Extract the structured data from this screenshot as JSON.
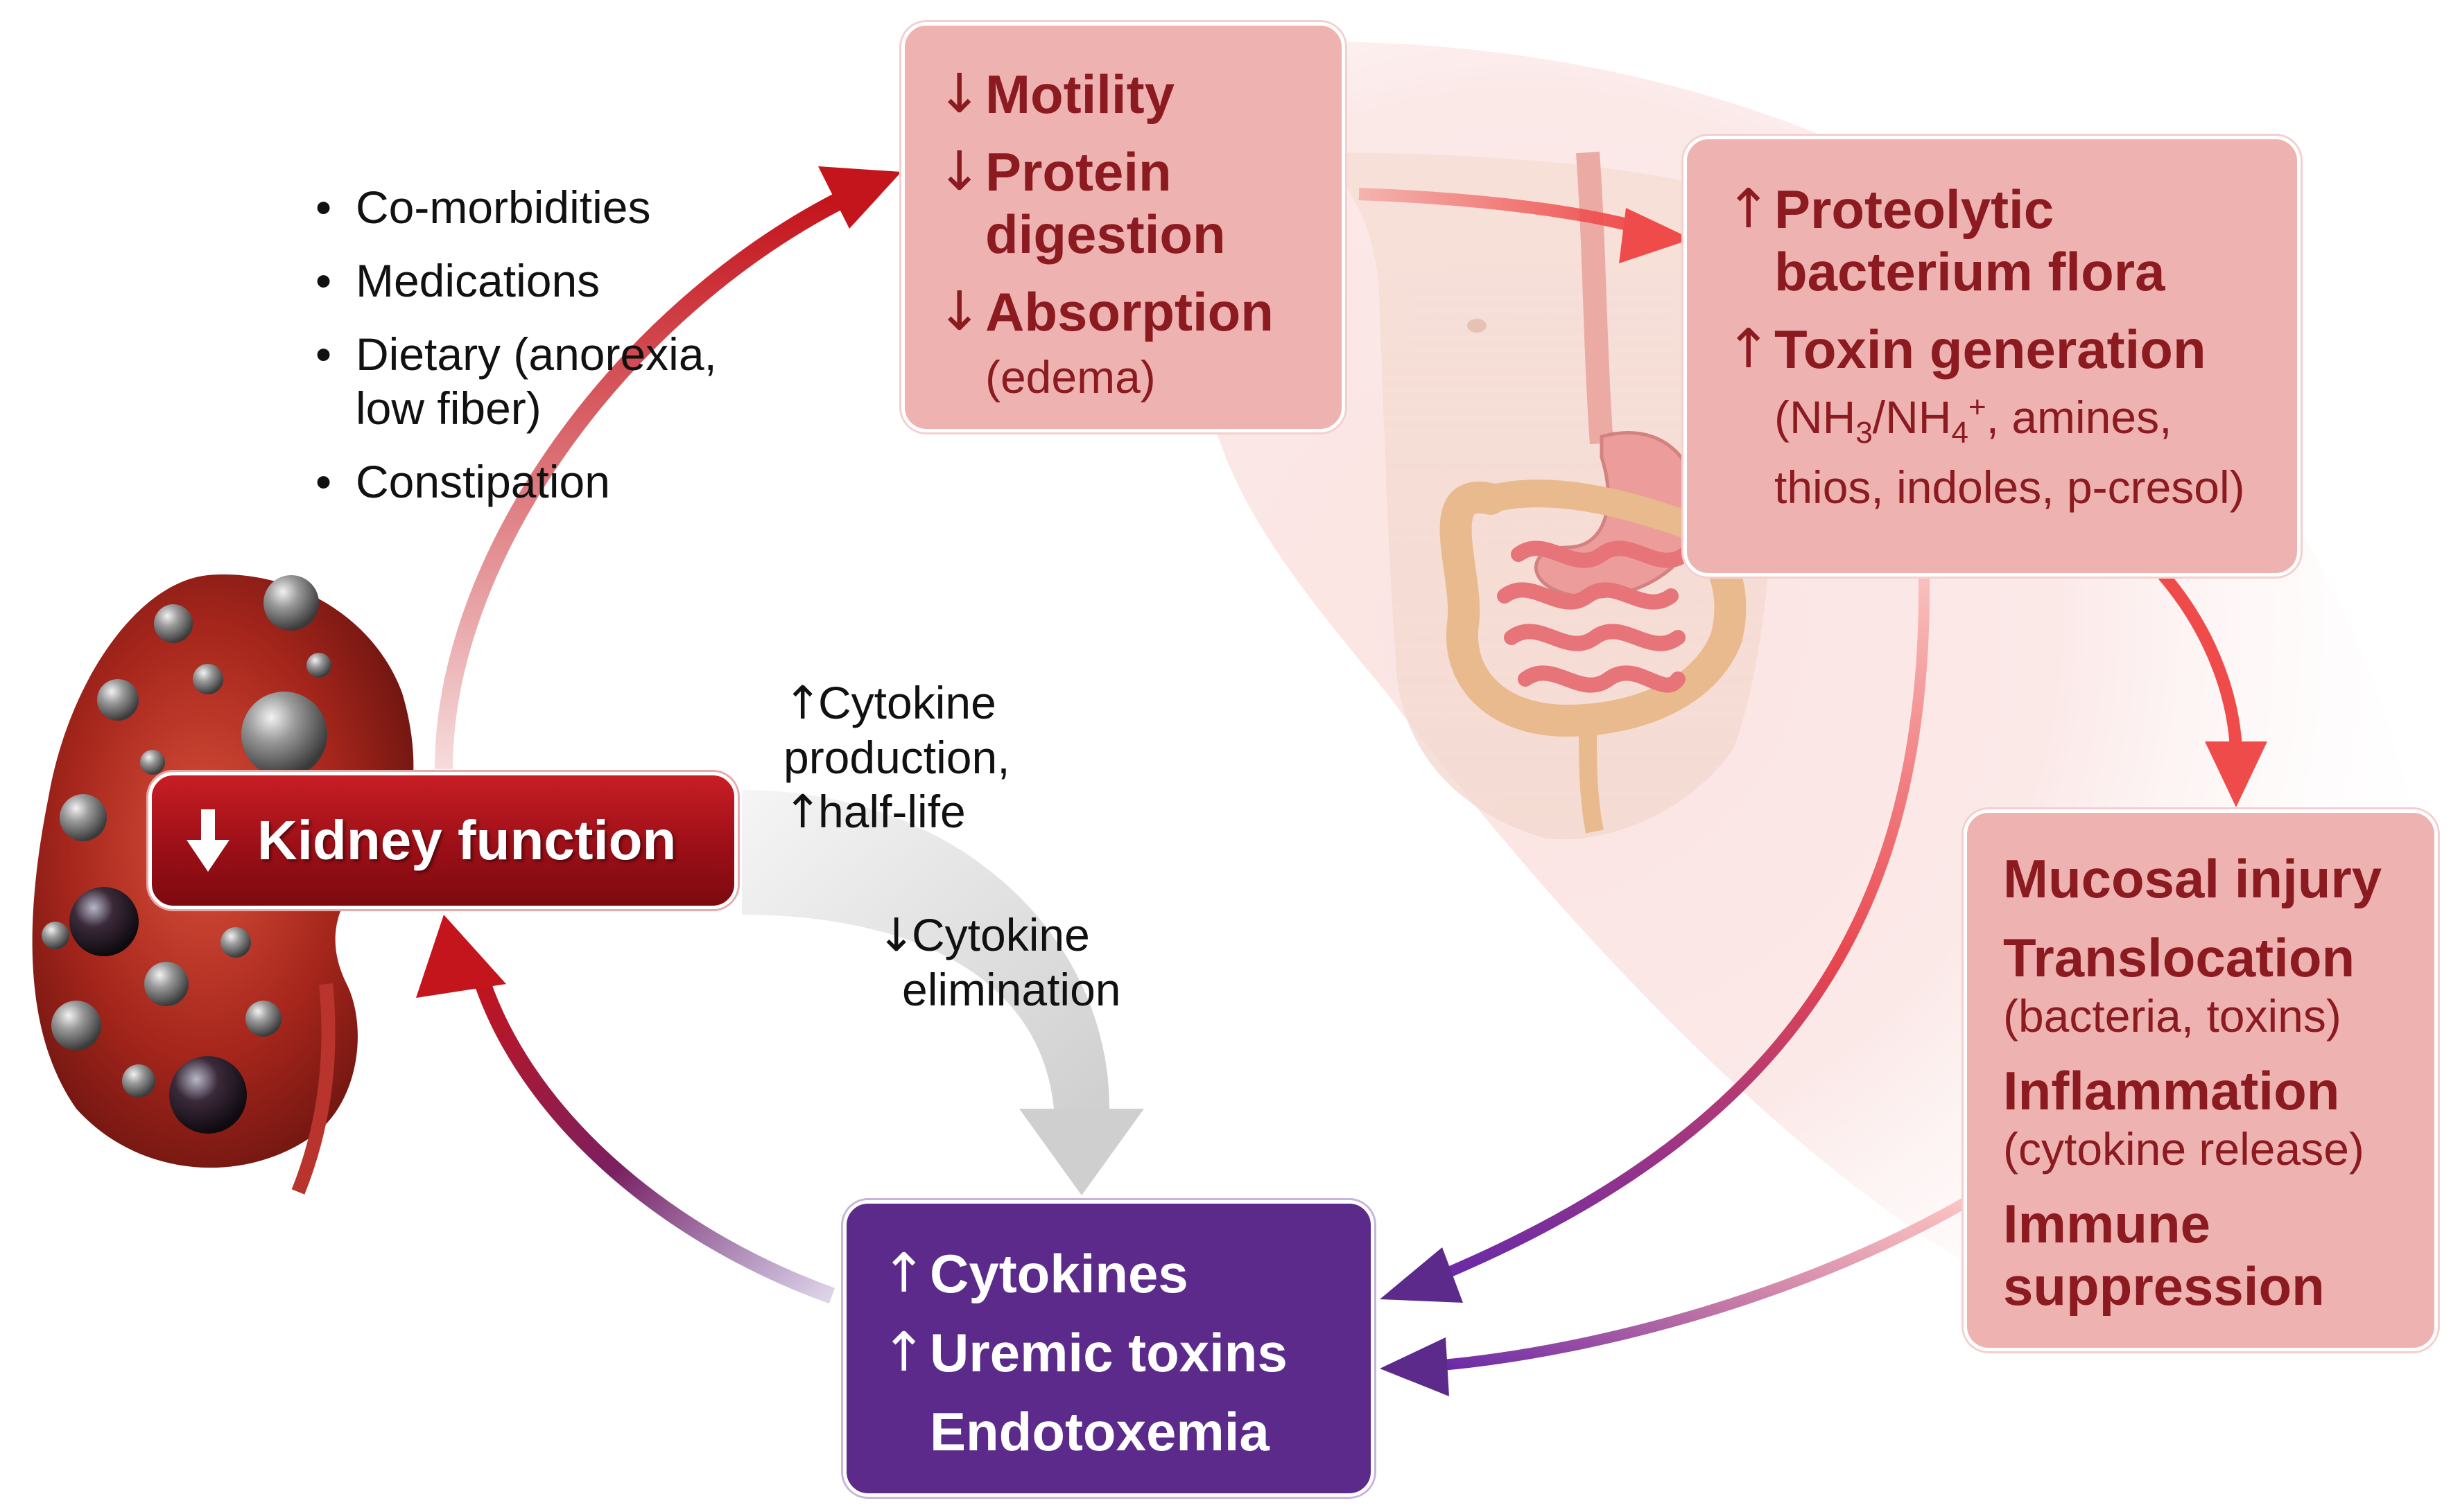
{
  "risk_factors": [
    "Co-morbidities",
    "Medications",
    "Dietary (anorexia, low fiber)",
    "Constipation"
  ],
  "gut_box": {
    "items": [
      {
        "arrow": "↓",
        "text": "Motility"
      },
      {
        "arrow": "↓",
        "text": "Protein digestion"
      },
      {
        "arrow": "↓",
        "text": "Absorption",
        "note": "(edema)"
      }
    ]
  },
  "flora_box": {
    "items": [
      {
        "arrow": "↑",
        "text": "Proteolytic bacterium flora"
      },
      {
        "arrow": "↑",
        "text": "Toxin generation"
      }
    ],
    "note_parts": [
      "(NH",
      "3",
      "/NH",
      "4",
      "+",
      ", amines, thios, indoles, p-cresol)"
    ]
  },
  "mucosa_box": {
    "items": [
      {
        "text": "Mucosal injury"
      },
      {
        "text": "Translocation",
        "note": "(bacteria, toxins)"
      },
      {
        "text": "Inflammation",
        "note": "(cytokine release)"
      },
      {
        "text": "Immune suppression"
      }
    ]
  },
  "toxins_box": {
    "items": [
      {
        "arrow": "↑",
        "text": "Cytokines"
      },
      {
        "arrow": "↑",
        "text": "Uremic toxins"
      },
      {
        "arrow": "",
        "text": "Endotoxemia"
      }
    ]
  },
  "kidney": {
    "arrow": "↓",
    "label": "Kidney function"
  },
  "cytokine_notes": {
    "up_arrow": "↑",
    "up_line1": "Cytokine",
    "up_line2": "production,",
    "up_line3": "half-life",
    "down_arrow": "↓",
    "down_line1": "Cytokine",
    "down_line2": "elimination"
  },
  "colors": {
    "box_pink": "#eeb2b0",
    "box_text_red": "#8b1a21",
    "box_purple": "#5b2a8a",
    "arrow_red": "#c4141c",
    "arrow_purple": "#5b2a8a",
    "kidney_red": "#b3141b"
  }
}
